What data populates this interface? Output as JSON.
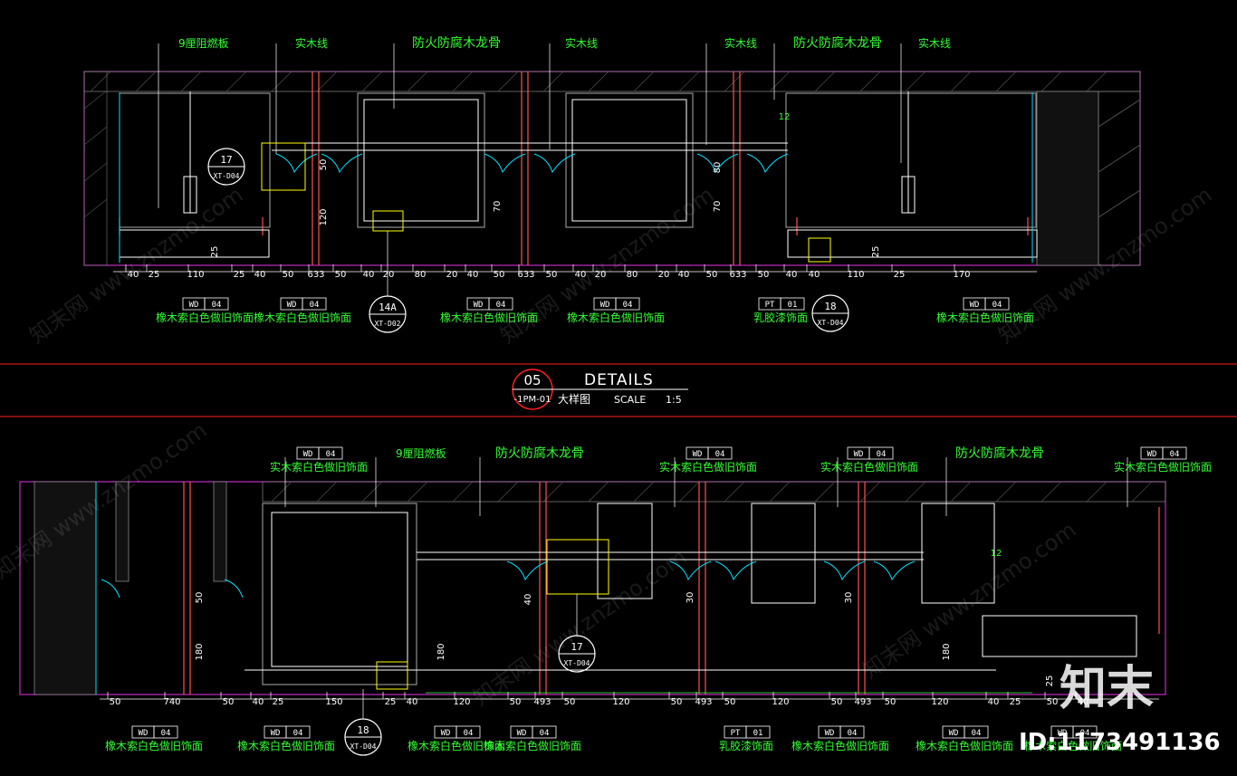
{
  "top": {
    "callouts": [
      "9厘阻燃板",
      "实木线",
      "防火防腐木龙骨",
      "实木线",
      "实木线",
      "防火防腐木龙骨",
      "实木线"
    ],
    "detail_markers": [
      {
        "num": "17",
        "ref": "XT-D04"
      },
      {
        "num": "14A",
        "ref": "XT-D02"
      },
      {
        "num": "18",
        "ref": "XT-D04"
      }
    ],
    "dims": [
      "40",
      "25",
      "110",
      "25",
      "40",
      "50",
      "633",
      "50",
      "40",
      "20",
      "80",
      "20",
      "40",
      "50",
      "633",
      "50",
      "40",
      "20",
      "80",
      "20",
      "40",
      "50",
      "633",
      "50",
      "40",
      "40",
      "110",
      "25",
      "170"
    ],
    "vertical_dims": [
      "50",
      "120",
      "25",
      "70",
      "80",
      "70",
      "25",
      "12"
    ],
    "tags": [
      {
        "code": "WD",
        "no": "04",
        "desc": "橡木索白色做旧饰面"
      },
      {
        "code": "WD",
        "no": "04",
        "desc": "橡木索白色做旧饰面"
      },
      {
        "code": "WD",
        "no": "04",
        "desc": "橡木索白色做旧饰面"
      },
      {
        "code": "WD",
        "no": "04",
        "desc": "橡木索白色做旧饰面"
      },
      {
        "code": "PT",
        "no": "01",
        "desc": "乳胶漆饰面"
      },
      {
        "code": "WD",
        "no": "04",
        "desc": "橡木索白色做旧饰面"
      }
    ]
  },
  "title_block": {
    "number": "05",
    "sheet": "-1PM-01",
    "heading": "DETAILS",
    "subtitle": "大样图",
    "scale_label": "SCALE",
    "scale_value": "1:5"
  },
  "bottom": {
    "top_tags": [
      {
        "code": "WD",
        "no": "04",
        "desc": "实木索白色做旧饰面"
      },
      {
        "code": "WD",
        "no": "04",
        "desc": "实木索白色做旧饰面"
      },
      {
        "code": "WD",
        "no": "04",
        "desc": "实木索白色做旧饰面"
      },
      {
        "code": "WD",
        "no": "04",
        "desc": "实木索白色做旧饰面"
      }
    ],
    "callouts": [
      "9厘阻燃板",
      "防火防腐木龙骨",
      "防火防腐木龙骨"
    ],
    "detail_markers": [
      {
        "num": "17",
        "ref": "XT-D04"
      },
      {
        "num": "18",
        "ref": "XT-D04"
      }
    ],
    "dims": [
      "50",
      "740",
      "50",
      "40",
      "25",
      "150",
      "25",
      "40",
      "120",
      "50",
      "493",
      "50",
      "120",
      "50",
      "493",
      "50",
      "120",
      "50",
      "493",
      "50",
      "120",
      "40",
      "25",
      "50",
      "40"
    ],
    "vertical_dims": [
      "50",
      "180",
      "40",
      "180",
      "30",
      "30",
      "180",
      "25",
      "12"
    ],
    "tags": [
      {
        "code": "WD",
        "no": "04",
        "desc": "橡木索白色做旧饰面"
      },
      {
        "code": "WD",
        "no": "04",
        "desc": "橡木索白色做旧饰面"
      },
      {
        "code": "WD",
        "no": "04",
        "desc": "橡木索白色做旧饰面"
      },
      {
        "code": "WD",
        "no": "04",
        "desc": "橡木索白色做旧饰面"
      },
      {
        "code": "PT",
        "no": "01",
        "desc": "乳胶漆饰面"
      },
      {
        "code": "WD",
        "no": "04",
        "desc": "橡木索白色做旧饰面"
      },
      {
        "code": "WD",
        "no": "04",
        "desc": "橡木索白色做旧饰面"
      },
      {
        "code": "WD",
        "no": "04",
        "desc": "橡木索白色做旧饰面"
      }
    ]
  },
  "watermark": {
    "logo_text": "知末",
    "id_text": "ID:1173491136",
    "repeat_text": [
      "知末网 www.znzmo.com"
    ]
  },
  "colors": {
    "background": "#000000",
    "frame": "#c02cc0",
    "section_line": "#ff2020",
    "label": "#33ff33",
    "dimension": "#ffffff",
    "structure": "#ffffff",
    "member": "#ff5050",
    "accent_yellow": "#ffff00",
    "accent_cyan": "#00e0ff"
  }
}
